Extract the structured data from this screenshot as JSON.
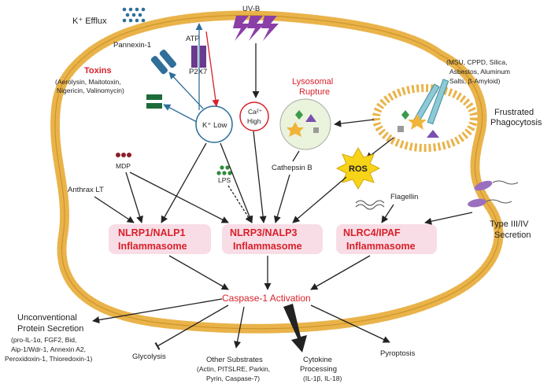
{
  "colors": {
    "membrane": "#e9b34a",
    "membrane_dark": "#c98f24",
    "accent_red": "#d8202a",
    "inflammasome_bg": "#f8dde6",
    "ros_yellow": "#f7d417",
    "uvb_purple": "#8b3fa6",
    "k_blue": "#2f6f9a",
    "ca_red": "#d8202a",
    "toxin_green": "#1d6b3a"
  },
  "labels": {
    "k_efflux": "K⁺ Efflux",
    "uvb": "UV-B",
    "pannexin": "Pannexin-1",
    "atp": "ATP",
    "p2x7": "P2X7",
    "toxins_title": "Toxins",
    "toxins_list": [
      "(Aerolysin, Maitotoxin,",
      "Nigericin, Valinomycin)"
    ],
    "k_low": "K⁺ Low",
    "ca_high_1": "Ca²⁺",
    "ca_high_2": "High",
    "lysosomal_1": "Lysosomal",
    "lysosomal_2": "Rupture",
    "particles_list": [
      "(MSU, CPPD, Silica,",
      "Asbestos, Aluminum",
      "Salts, β-Amyloid)"
    ],
    "frustrated_1": "Frustrated",
    "frustrated_2": "Phagocytosis",
    "mdp": "MDP",
    "lps": "LPS",
    "cathepsin": "Cathepsin B",
    "ros": "ROS",
    "anthrax": "Anthrax LT",
    "flagellin": "Flagellin",
    "type3_1": "Type III/IV",
    "type3_2": "Secretion",
    "caspase": "Caspase-1 Activation",
    "unconv_1": "Unconventional",
    "unconv_2": "Protein Secretion",
    "unconv_list": [
      "(pro-IL-1α, FGF2, Bid,",
      "Aip-1/Wdr-1, Annexin A2,",
      "Peroxidoxin-1, Thioredoxin-1)"
    ],
    "glycolysis": "Glycolysis",
    "other_title": "Other Substrates",
    "other_list": [
      "(Actin, PITSLRE, Parkin,",
      "Pyrin, Caspase-7)"
    ],
    "cytokine_1": "Cytokine",
    "cytokine_2": "Processing",
    "cytokine_list": "(IL-1β, IL-18)",
    "pyroptosis": "Pyroptosis"
  },
  "inflammasomes": [
    {
      "line1": "NLRP1/NALP1",
      "line2": "Inflammasome"
    },
    {
      "line1": "NLRP3/NALP3",
      "line2": "Inflammasome"
    },
    {
      "line1": "NLRC4/IPAF",
      "line2": "Inflammasome"
    }
  ]
}
